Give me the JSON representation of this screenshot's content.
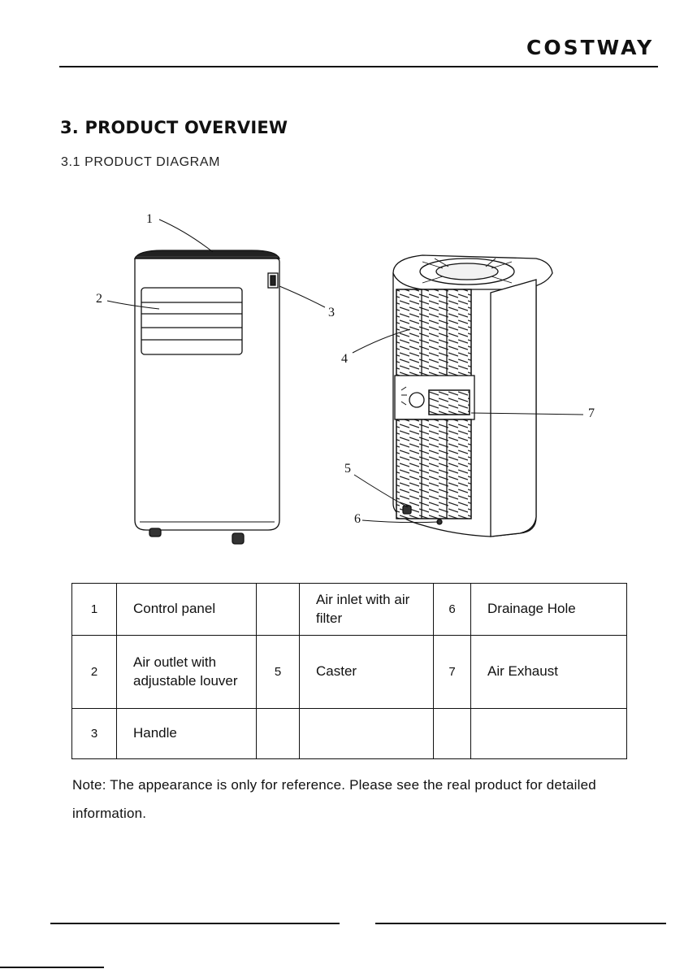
{
  "header": {
    "brand": "COSTWAY"
  },
  "section": {
    "title": "3. PRODUCT OVERVIEW",
    "subtitle": "3.1 PRODUCT DIAGRAM"
  },
  "diagram": {
    "callouts": [
      "1",
      "2",
      "3",
      "4",
      "5",
      "6",
      "7"
    ]
  },
  "parts_table": {
    "rows": [
      [
        {
          "num": "1",
          "name": "Control panel"
        },
        {
          "num": "",
          "name": "Air inlet with air filter"
        },
        {
          "num": "6",
          "name": "Drainage Hole"
        }
      ],
      [
        {
          "num": "2",
          "name": "Air outlet with adjustable louver"
        },
        {
          "num": "5",
          "name": "Caster"
        },
        {
          "num": "7",
          "name": "Air Exhaust"
        }
      ],
      [
        {
          "num": "3",
          "name": "Handle"
        },
        {
          "num": "",
          "name": ""
        },
        {
          "num": "",
          "name": ""
        }
      ]
    ]
  },
  "note": "Note: The appearance is only for reference. Please see the real product for detailed information."
}
